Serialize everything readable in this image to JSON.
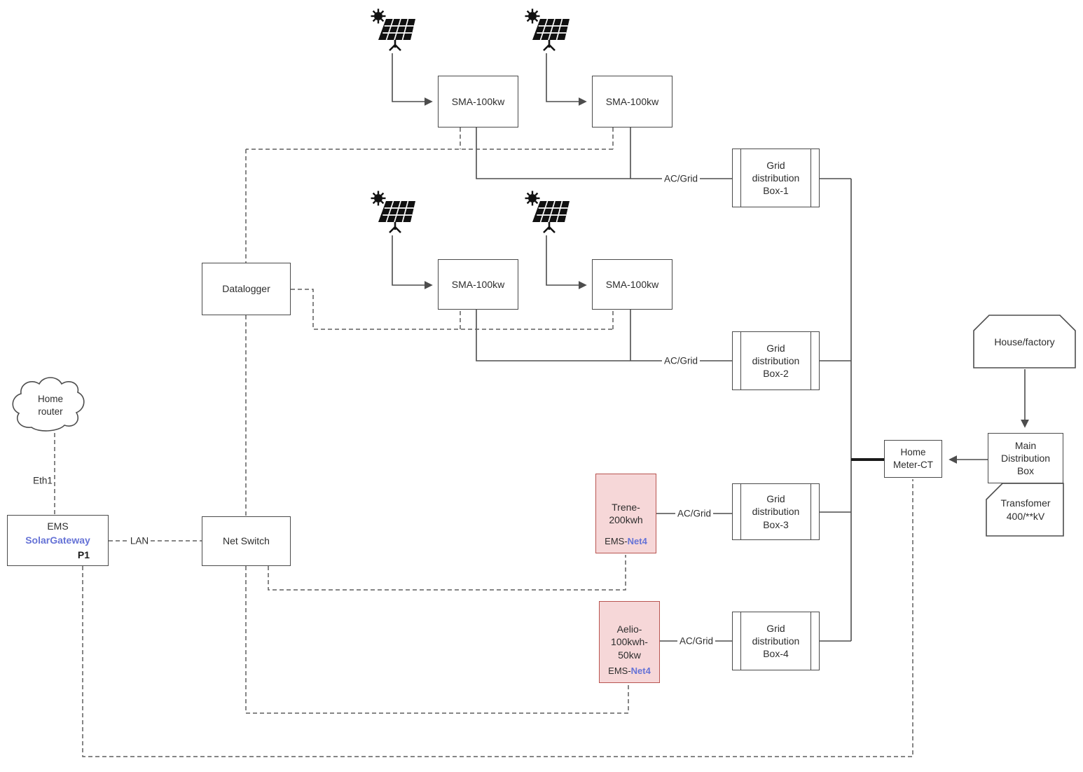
{
  "diagram": {
    "nodes": {
      "sma_1": "SMA-100kw",
      "sma_2": "SMA-100kw",
      "sma_3": "SMA-100kw",
      "sma_4": "SMA-100kw",
      "grid_box_1": "Grid\ndistribution\nBox-1",
      "grid_box_2": "Grid\ndistribution\nBox-2",
      "grid_box_3": "Grid\ndistribution\nBox-3",
      "grid_box_4": "Grid\ndistribution\nBox-4",
      "datalogger": "Datalogger",
      "net_switch": "Net Switch",
      "home_router": "Home\nrouter",
      "ems_line1": "EMS",
      "ems_line2": "SolarGateway",
      "ems_line3": "P1",
      "trene_label": "Trene-\n200kwh",
      "trene_ems_prefix": "EMS-",
      "trene_ems_net": "Net4",
      "aelio_label": "Aelio-\n100kwh-\n50kw",
      "aelio_ems_prefix": "EMS-",
      "aelio_ems_net": "Net4",
      "home_meter": "Home\nMeter-CT",
      "main_distribution": "Main\nDistribution\nBox",
      "transformer": "Transfomer\n400/**kV",
      "house": "House/factory"
    },
    "edge_labels": {
      "ac_grid_1": "AC/Grid",
      "ac_grid_2": "AC/Grid",
      "ac_grid_3": "AC/Grid",
      "ac_grid_4": "AC/Grid",
      "eth1": "Eth1",
      "lan": "LAN"
    },
    "icons": {
      "solar_panel": "solar-panel-icon",
      "solar_panel_count": 4
    },
    "colors": {
      "accent_blue": "#6673d6",
      "battery_fill": "#f6d7d8",
      "battery_border": "#b85450",
      "wire_solid": "#4d4d4d",
      "wire_dashed": "#5f5f5f",
      "text": "#2d2d2d",
      "background": "#ffffff"
    }
  }
}
